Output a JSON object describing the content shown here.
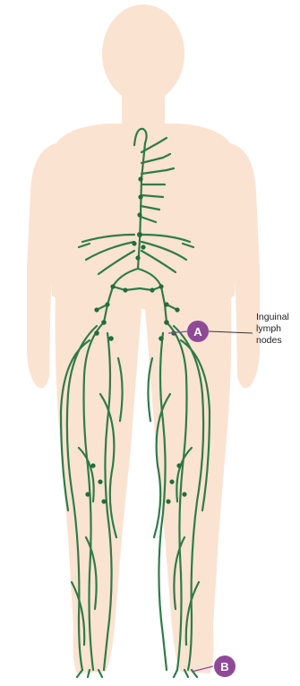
{
  "diagram": {
    "callouts": [
      {
        "marker": "A",
        "label_lines": [
          "Inguinal",
          "lymph",
          "nodes"
        ]
      },
      {
        "marker": "B",
        "label_lines": []
      }
    ]
  },
  "colors": {
    "background": "#ffffff",
    "body_fill": "#fbe3d1",
    "body_fill_deep": "#f9dcc6",
    "lymph_vessel": "#2f7b4a",
    "lymph_node": "#256b3d",
    "marker_fill": "#8e4a97",
    "marker_text": "#ffffff",
    "leader_line": "#333333",
    "label_text": "#222222"
  },
  "icons": [
    "human-body-silhouette",
    "lymphatic-vessel-network",
    "lymph-node-dot"
  ]
}
